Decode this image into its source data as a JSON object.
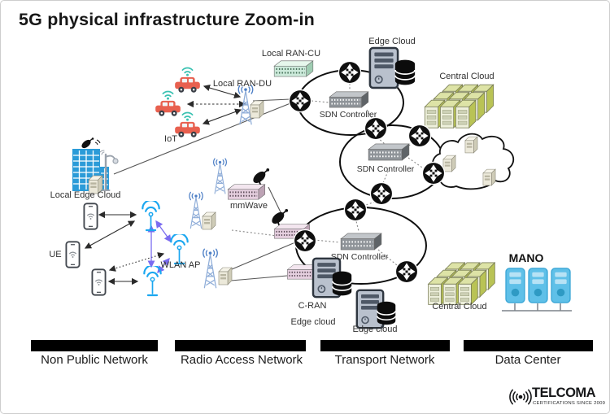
{
  "title": "5G physical infrastructure Zoom-in",
  "diagram": {
    "labels": {
      "iot": "IoT",
      "local_ran_du": "Local RAN-DU",
      "local_ran_cu": "Local RAN-CU",
      "edge_cloud_top": "Edge Cloud",
      "central_cloud_top": "Central Cloud",
      "sdn_controller_1": "SDN Controller",
      "sdn_controller_2": "SDN Controller",
      "sdn_controller_3": "SDN Controller",
      "local_edge_cloud": "Local Edge Cloud",
      "ue": "UE",
      "wlan_ap": "WLAN AP",
      "mmwave": "mmWave",
      "c_ran": "C-RAN",
      "c_ran_edge_cloud": "Edge cloud",
      "edge_cloud_bottom": "Edge cloud",
      "central_cloud_bottom": "Central Cloud",
      "mano": "MANO"
    },
    "sections": [
      {
        "label": "Non Public Network"
      },
      {
        "label": "Radio Access Network"
      },
      {
        "label": "Transport Network"
      },
      {
        "label": "Data Center"
      }
    ]
  },
  "logo": {
    "brand": "TELCOMA",
    "tagline": "CERTIFICATIONS SINCE 2009"
  },
  "colors": {
    "car_red": "#e8604f",
    "wifi_teal": "#3bc2b2",
    "tower_blue": "#8fadd8",
    "ap_blue": "#1ba7f0",
    "purple_link": "#7b6cf0",
    "building_blue": "#2b9bd8",
    "ran_cu_green": "#cdeadb",
    "mmwave_pink": "#e5cfdf",
    "sdn_gray": "#8f9499",
    "central_cloud_yellow": "#b9c355",
    "mano_blue": "#5fc0e8",
    "bar_black": "#000000"
  }
}
